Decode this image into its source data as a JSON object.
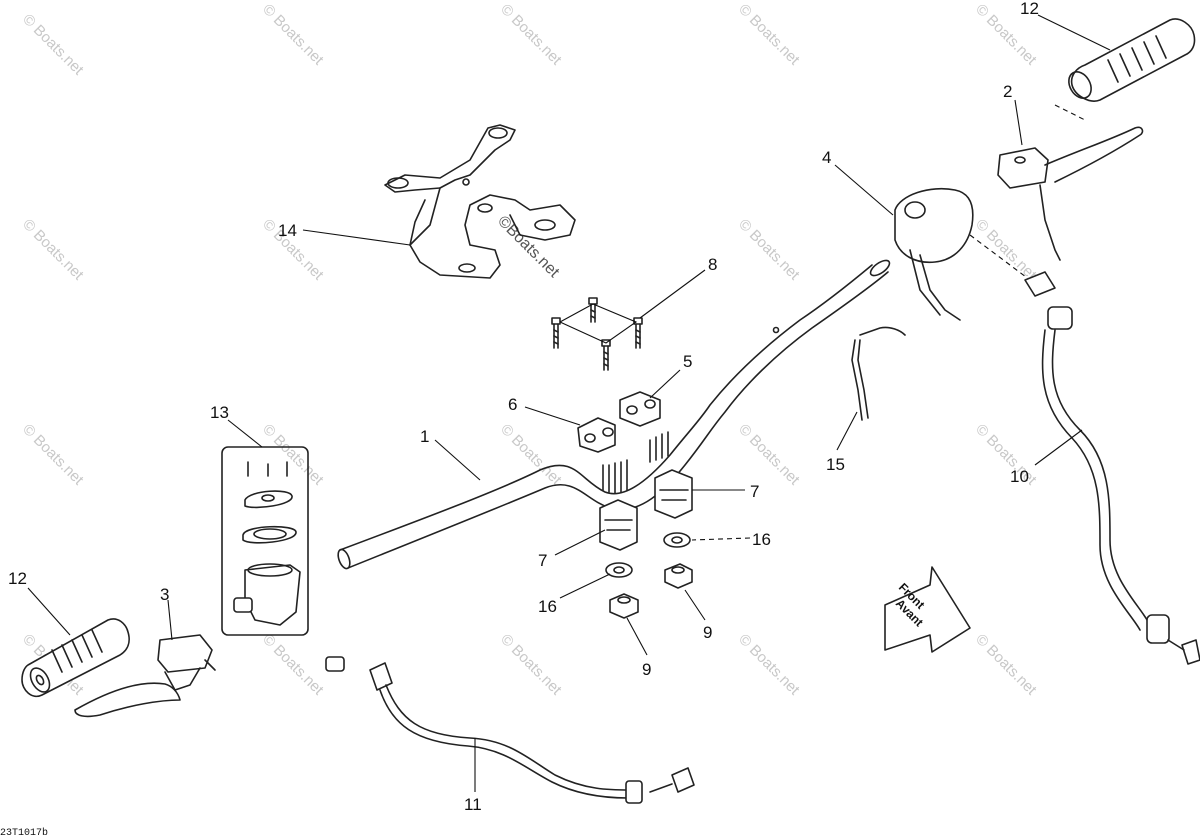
{
  "watermark": {
    "text": "© Boats.net",
    "center_text": "©Boats.net"
  },
  "diagram_id": "23T1017b",
  "direction_arrow": {
    "line1": "Front",
    "line2": "Avant"
  },
  "callouts": {
    "c1": "1",
    "c2": "2",
    "c3": "3",
    "c4": "4",
    "c5": "5",
    "c6": "6",
    "c7a": "7",
    "c7b": "7",
    "c8": "8",
    "c9a": "9",
    "c9b": "9",
    "c10": "10",
    "c11": "11",
    "c12a": "12",
    "c12b": "12",
    "c13": "13",
    "c14": "14",
    "c15": "15",
    "c16a": "16",
    "c16b": "16"
  },
  "colors": {
    "line": "#222222",
    "watermark": "#c8c8c8",
    "background": "#ffffff"
  }
}
